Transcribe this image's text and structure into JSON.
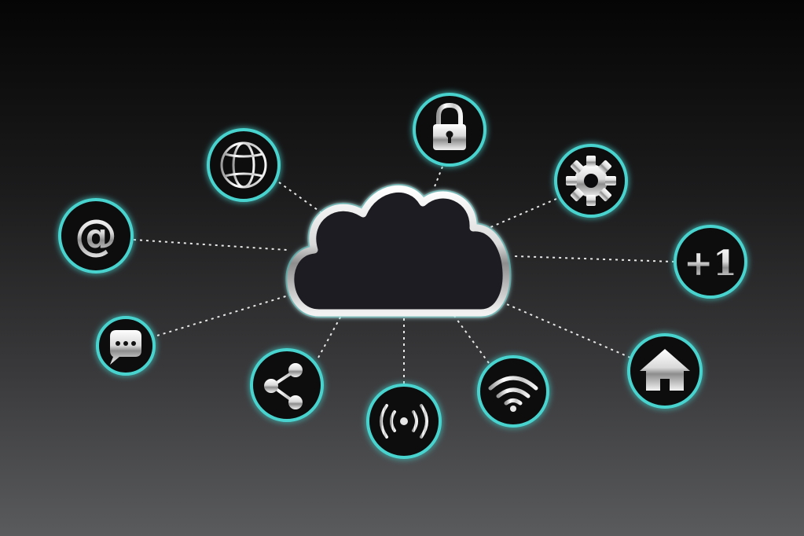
{
  "diagram": {
    "center_node": "cloud",
    "colors": {
      "glow": "#3fe6e0",
      "ring": "#49d3cf",
      "node_fill": "#0c0c0e",
      "metal_light": "#ffffff",
      "metal_dark": "#8a8a8a",
      "connector": "#e8e8e8"
    },
    "nodes": [
      {
        "id": "globe",
        "icon": "globe-icon"
      },
      {
        "id": "at",
        "icon": "at-sign-icon",
        "label": "@"
      },
      {
        "id": "chat",
        "icon": "chat-bubble-icon"
      },
      {
        "id": "share",
        "icon": "share-icon"
      },
      {
        "id": "broadcast",
        "icon": "broadcast-icon"
      },
      {
        "id": "wifi",
        "icon": "wifi-icon"
      },
      {
        "id": "home",
        "icon": "home-icon"
      },
      {
        "id": "plus-one",
        "icon": "plus-one-icon",
        "label": "+1"
      },
      {
        "id": "settings",
        "icon": "gear-icon"
      },
      {
        "id": "lock",
        "icon": "padlock-icon"
      }
    ]
  }
}
